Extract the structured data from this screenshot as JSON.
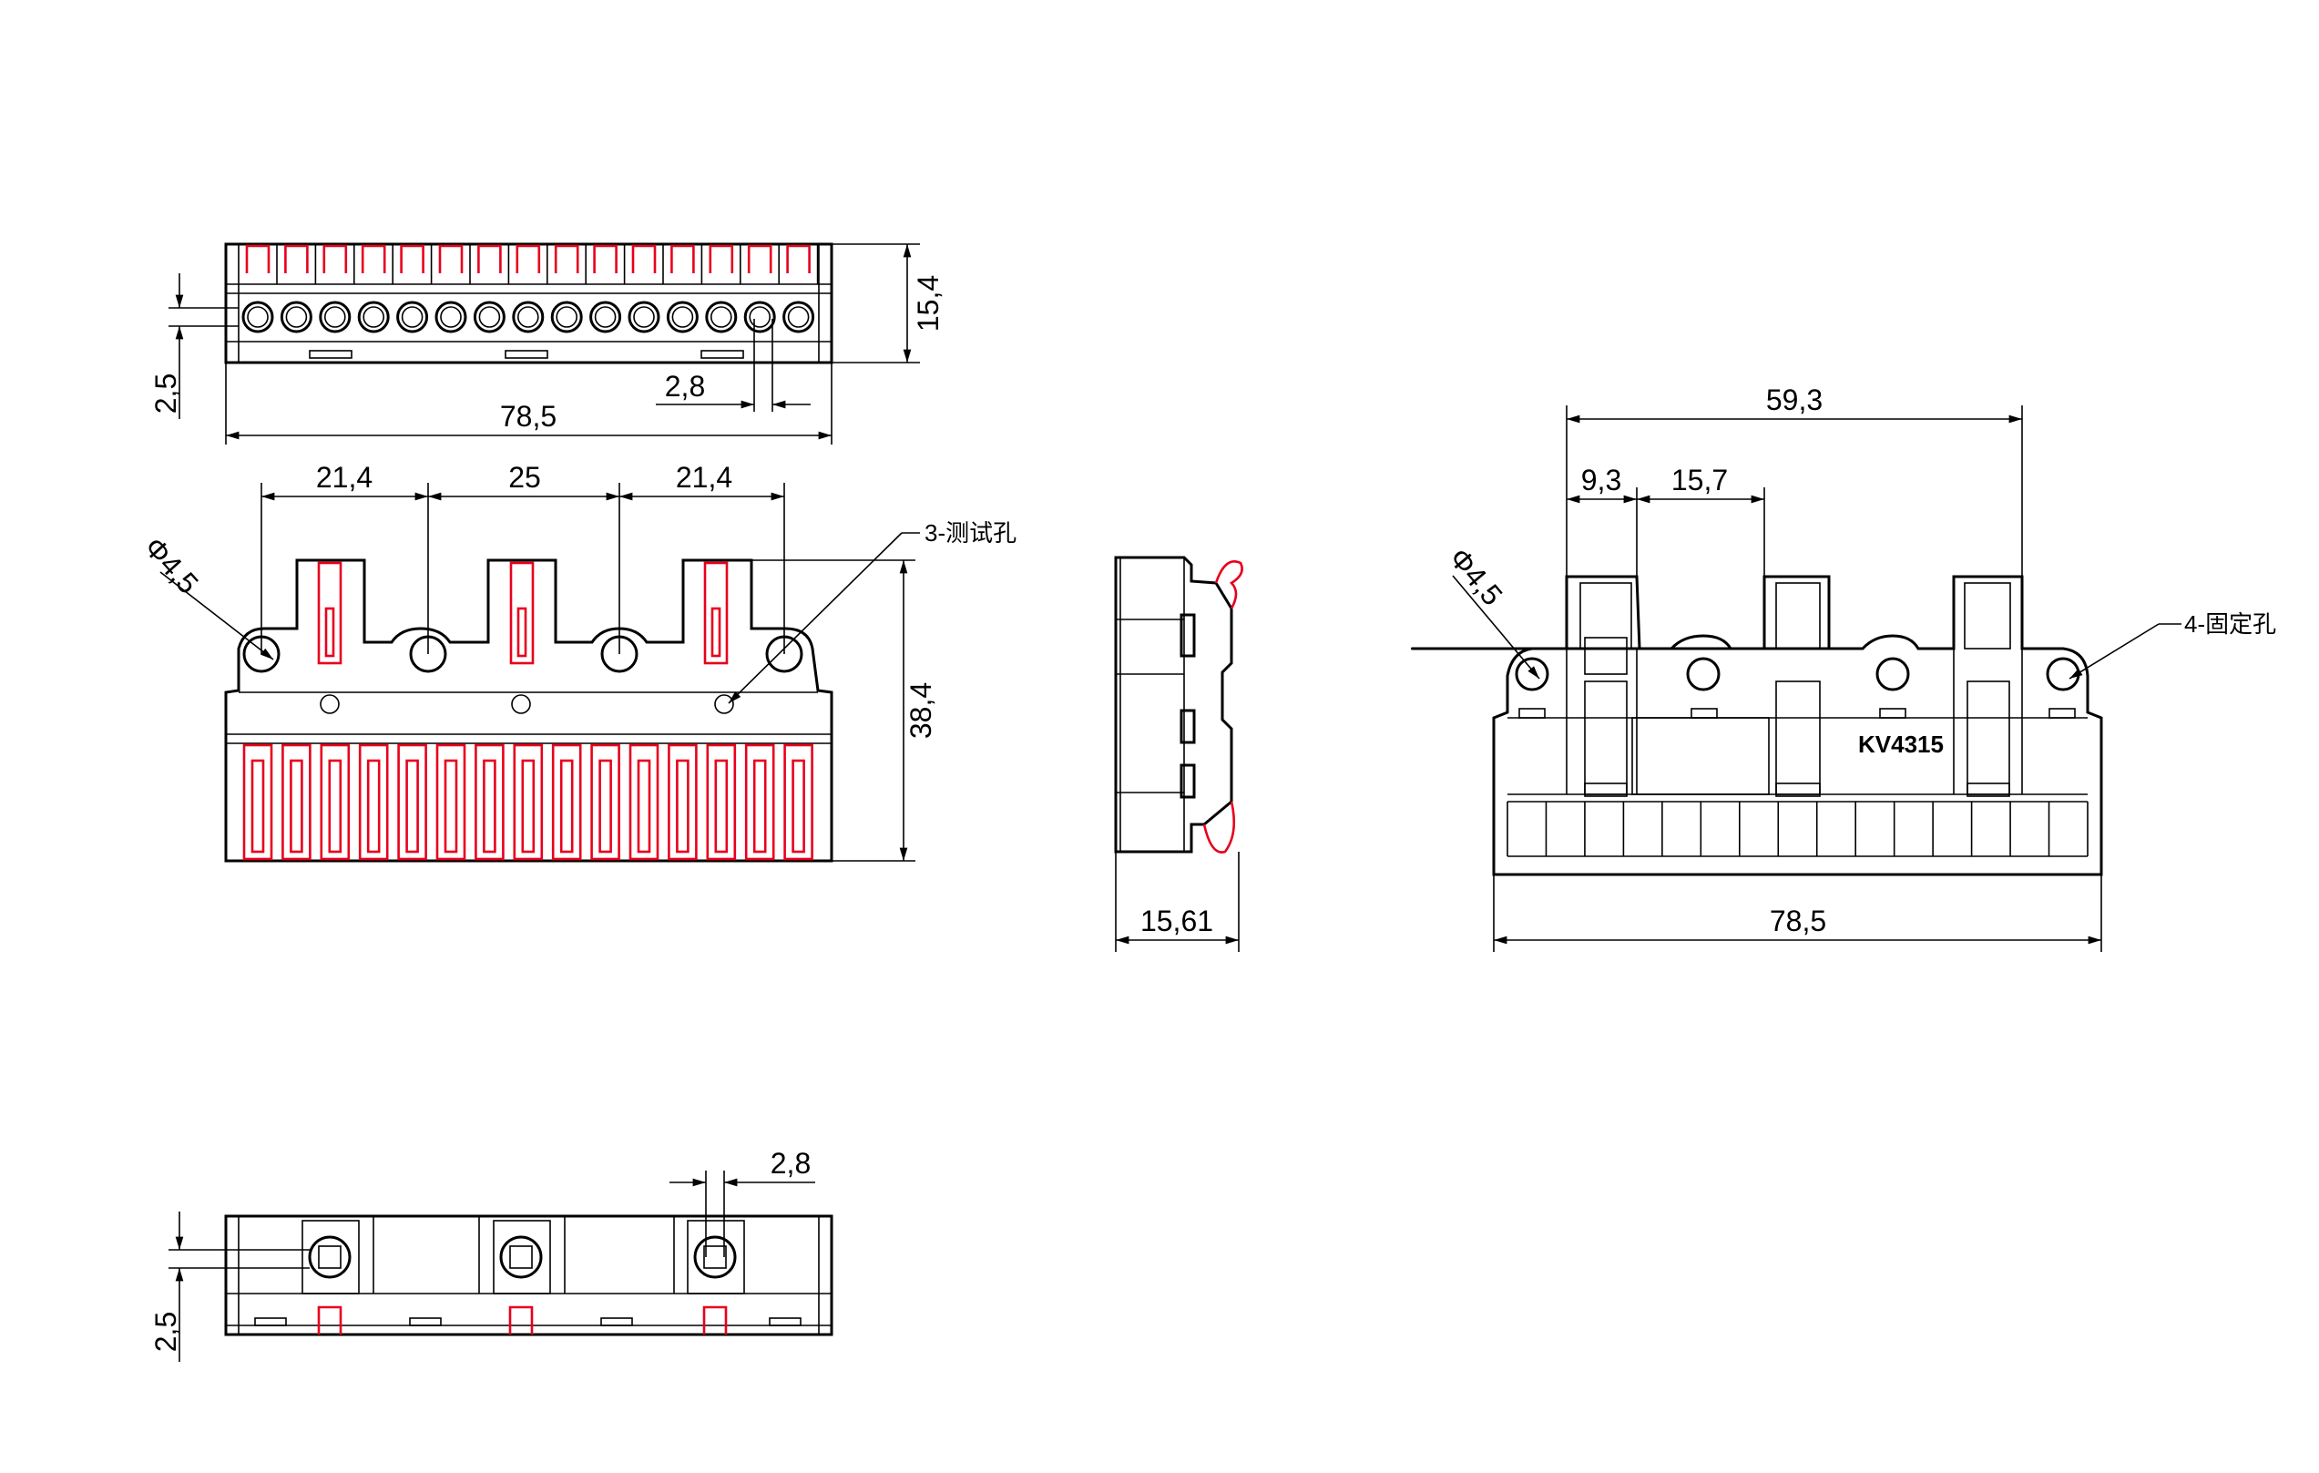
{
  "top_view": {
    "dim_height": "15,4",
    "dim_offset": "2,5",
    "dim_pitch": "2,8",
    "dim_width": "78,5"
  },
  "front_view": {
    "dim_spacing_left": "21,4",
    "dim_spacing_mid": "25",
    "dim_spacing_right": "21,4",
    "dim_hole_diameter": "Φ4,5",
    "dim_height": "38,4",
    "test_hole_callout": "3-测试孔"
  },
  "side_view": {
    "dim_depth": "15,61"
  },
  "rear_view": {
    "dim_overall_top": "59,3",
    "dim_left_offset": "9,3",
    "dim_slot_spacing": "15,7",
    "dim_hole_diameter": "Φ4,5",
    "mounting_hole_callout": "4-固定孔",
    "model_label": "KV4315",
    "dim_width": "78,5"
  },
  "bottom_view": {
    "dim_pitch": "2,8",
    "dim_offset": "2,5"
  },
  "colors": {
    "outline": "#000000",
    "lever": "#e8001c",
    "background": "#ffffff"
  }
}
